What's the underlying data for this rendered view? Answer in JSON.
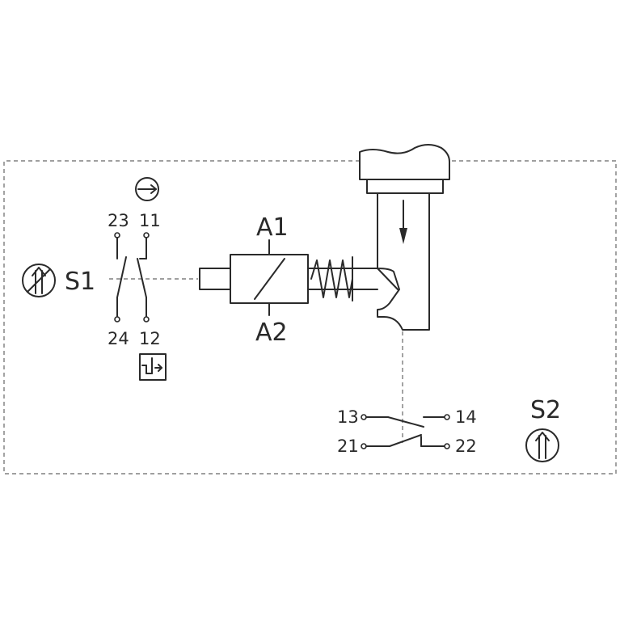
{
  "switch_s1": {
    "name": "S1",
    "terminals": {
      "t23": "23",
      "t11": "11",
      "t24": "24",
      "t12": "12"
    }
  },
  "solenoid": {
    "a1": "A1",
    "a2": "A2"
  },
  "switch_s2": {
    "name": "S2",
    "terminals": {
      "t13": "13",
      "t14": "14",
      "t21": "21",
      "t22": "22"
    }
  },
  "colors": {
    "line": "#2a2a2a",
    "dashed_border": "#666666",
    "background": "#ffffff"
  },
  "icons": [
    "rotation-arrow-icon",
    "reset-push-icon",
    "no-manual-push-icon",
    "push-actuator-icon"
  ]
}
